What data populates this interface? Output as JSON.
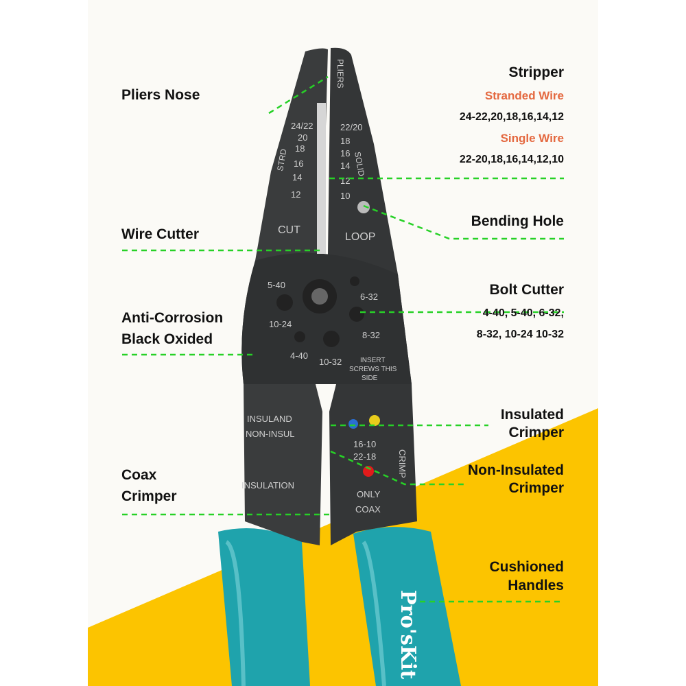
{
  "colors": {
    "background": "#fbfaf6",
    "yellow": "#fcc400",
    "steel": "#3a3c3d",
    "handle": "#1fa3ac",
    "leader": "#27d127",
    "accent_text": "#e4683f"
  },
  "labels": {
    "pliers_nose": "Pliers Nose",
    "stripper": {
      "title": "Stripper",
      "stranded_label": "Stranded Wire",
      "stranded_sizes": "24-22,20,18,16,14,12",
      "single_label": "Single Wire",
      "single_sizes": "22-20,18,16,14,12,10"
    },
    "bending_hole": "Bending Hole",
    "wire_cutter": "Wire Cutter",
    "bolt_cutter": {
      "title": "Bolt Cutter",
      "line1": "4-40, 5-40, 6-32,",
      "line2": "8-32, 10-24 10-32"
    },
    "anti_corrosion": {
      "line1": "Anti-Corrosion",
      "line2": "Black Oxided"
    },
    "insulated_crimper": {
      "line1": "Insulated",
      "line2": "Crimper"
    },
    "non_insulated_crimper": {
      "line1": "Non-Insulated",
      "line2": "Crimper"
    },
    "coax_crimper": {
      "line1": "Coax",
      "line2": "Crimper"
    },
    "cushioned_handles": {
      "line1": "Cushioned",
      "line2": "Handles"
    }
  },
  "tool_markings": {
    "pliers": "PLIERS",
    "stranded_sizes": [
      "24/22",
      "20",
      "18",
      "16",
      "14",
      "12"
    ],
    "stranded_tag": "STRD",
    "solid_sizes": [
      "22/20",
      "18",
      "16",
      "14",
      "12",
      "10"
    ],
    "solid_tag": "SOLID",
    "cut": "CUT",
    "loop": "LOOP",
    "screws": [
      "5-40",
      "6-32",
      "10-24",
      "8-32",
      "4-40",
      "10-32"
    ],
    "insert": [
      "INSERT",
      "SCREWS THIS",
      "SIDE"
    ],
    "insuland": "INSULAND",
    "non_insul": "NON-INSUL",
    "crimp_sizes": [
      "16-10",
      "22-18"
    ],
    "crimp": "CRIMP",
    "insulation": "INSULATION",
    "only": "ONLY",
    "coax": "COAX",
    "brand": "Pro'sKit"
  }
}
